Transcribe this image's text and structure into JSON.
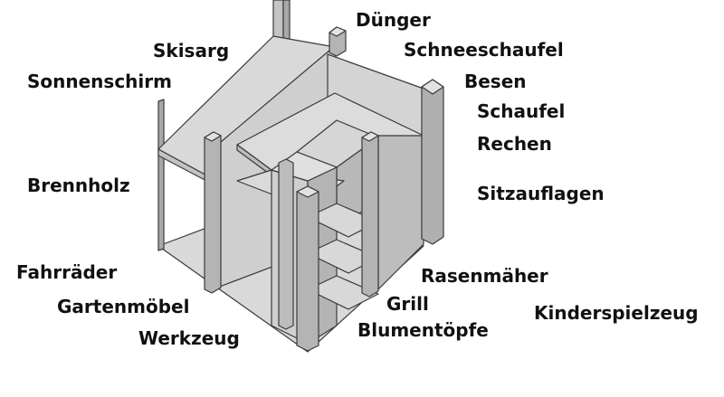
{
  "labels": {
    "duenger": "Dünger",
    "skisarg": "Skisarg",
    "schneeschaufel": "Schneeschaufel",
    "sonnenschirm": "Sonnenschirm",
    "besen": "Besen",
    "schaufel": "Schaufel",
    "rechen": "Rechen",
    "brennholz": "Brennholz",
    "sitzauflagen": "Sitzauflagen",
    "fahrraeder": "Fahrräder",
    "rasenmaeher": "Rasenmäher",
    "grill": "Grill",
    "gartenmoebel": "Gartenmöbel",
    "kinderspielzeug": "Kinderspielzeug",
    "blumentoepfe": "Blumentöpfe",
    "werkzeug": "Werkzeug"
  },
  "colors": {
    "panel_light": "#d9d9d9",
    "panel_mid": "#c4c4c4",
    "panel_dark": "#a8a8a8",
    "edge": "#3a3a3a",
    "text": "#111111"
  }
}
